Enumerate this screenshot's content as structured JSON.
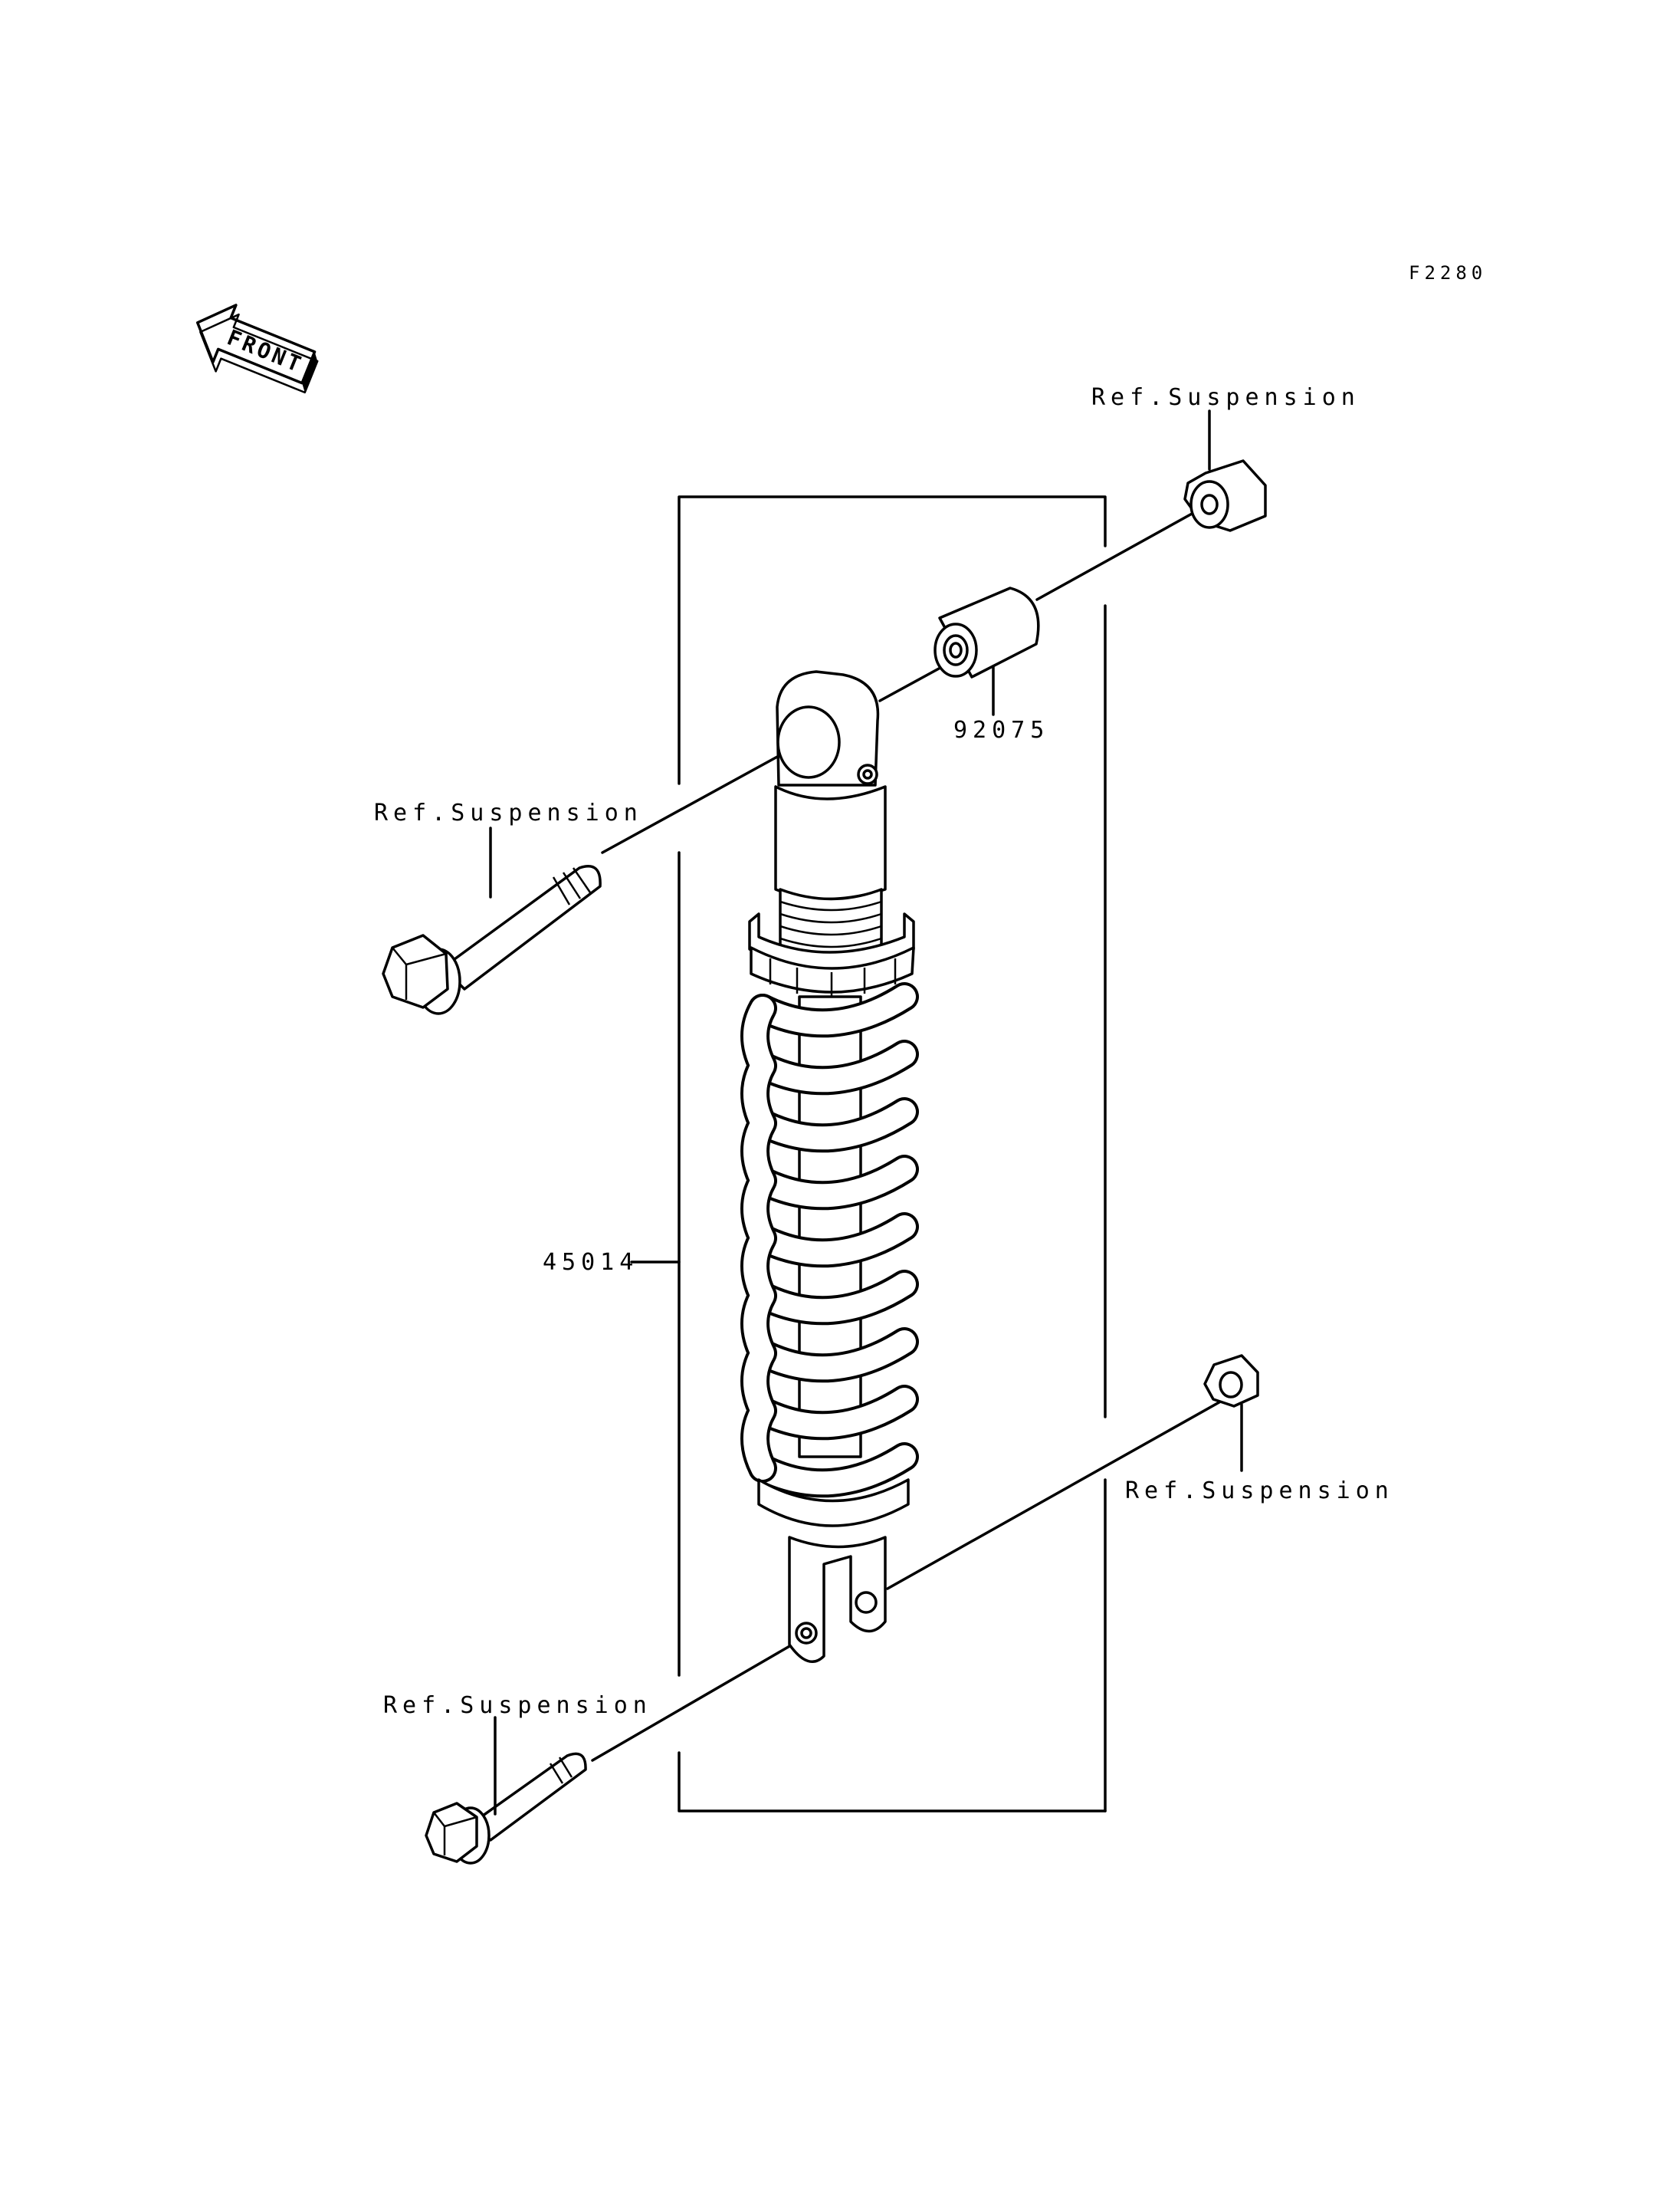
{
  "figure_code": "F2280",
  "front_arrow": {
    "label": "FRONT",
    "icon": "front-direction-arrow-icon"
  },
  "callouts": {
    "upper_nut": "Ref.Suspension",
    "collar": "92075",
    "upper_bolt": "Ref.Suspension",
    "shock_absorber": "45014",
    "lower_nut": "Ref.Suspension",
    "lower_bolt": "Ref.Suspension"
  }
}
